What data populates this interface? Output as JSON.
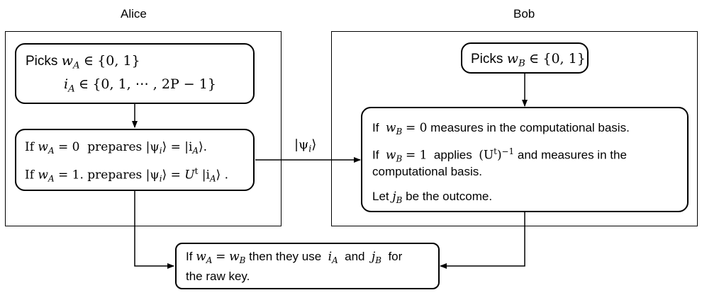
{
  "headers": {
    "alice": "Alice",
    "bob": "Bob"
  },
  "alice": {
    "picks_label": "Picks",
    "w_var": "w",
    "sub_A": "A",
    "i_var": "i",
    "in_sym": "∈",
    "w_set": "{0, 1}",
    "i_set": "{0, 1, ⋯ , 2P − 1}",
    "if1_prefix": "If",
    "if1_cond": "= 0",
    "prepares1": "prepares",
    "psi_ket": "|ψ",
    "sub_i": "i",
    "ket_close": "⟩",
    "eq": "=",
    "ia_ket_open": "|i",
    "ia_ket_close": "⟩.",
    "if2_prefix": "If",
    "if2_cond": "= 1.",
    "prepares2": "prepares",
    "u_t": "U",
    "t_sup": "t",
    "ia_ket_close2": "⟩ ."
  },
  "channel": {
    "psi_label_open": "|ψ",
    "psi_sub": "i",
    "psi_label_close": "⟩"
  },
  "bob": {
    "picks_label": "Picks",
    "w_var": "w",
    "sub_B": "B",
    "in_sym": "∈",
    "w_set": "{0, 1}",
    "if1_prefix": "If",
    "if1_cond": "= 0",
    "if1_text": "measures in the computational basis.",
    "if2_prefix": "If",
    "if2_cond": "= 1",
    "applies": "applies",
    "u_inv_open": "(U",
    "t_sup": "t",
    "u_inv_close": ")",
    "inv_sup": "−1",
    "if2_text_a": "and measures in the",
    "if2_text_b": "computational basis.",
    "let_prefix": "Let",
    "j_var": "j",
    "let_suffix": "be the outcome."
  },
  "result": {
    "if_prefix": "If",
    "w_var": "w",
    "sub_A": "A",
    "eq": "=",
    "sub_B": "B",
    "then": "then they use",
    "i_var": "i",
    "and": "and",
    "j_var": "j",
    "for": "for",
    "line2": "the raw key."
  },
  "colors": {
    "stroke": "#000000",
    "background": "#ffffff"
  }
}
